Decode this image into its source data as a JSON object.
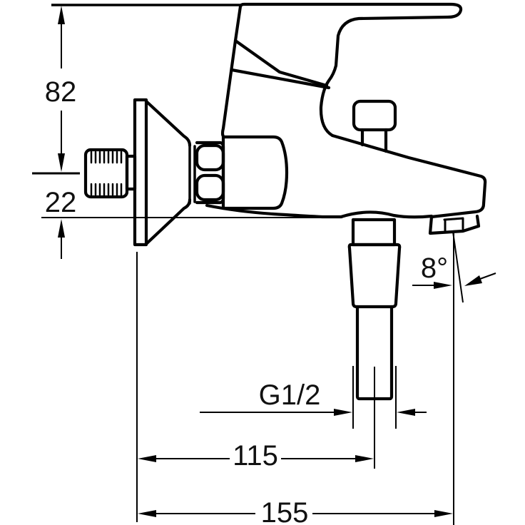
{
  "drawing": {
    "background_color": "#ffffff",
    "line_color": "#000000",
    "label_color": "#111111"
  },
  "dimensions": {
    "height_top_to_inlet": "82",
    "inlet_to_body_bottom": "22",
    "spout_angle": "8°",
    "thread_size": "G1/2",
    "depth_hose_center": "115",
    "depth_spout_end": "155"
  }
}
